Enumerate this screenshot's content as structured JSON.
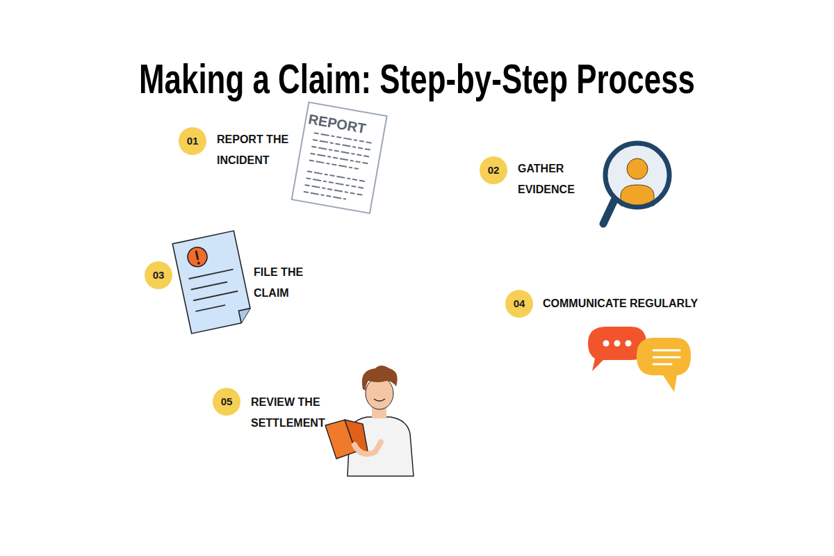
{
  "diagram": {
    "title": "Making a Claim: Step-by-Step Process",
    "nodes": [
      {
        "text": [
          "REPORT THE INCIDENT"
        ]
      },
      {
        "text": [
          "01"
        ],
        "in": 0
      },
      {
        "text": [
          "GATHER EVIDENCE"
        ]
      },
      {
        "text": [
          "02"
        ],
        "in": 2
      },
      {
        "text": [
          "FILE THE CLAIM"
        ]
      },
      {
        "text": [
          "03"
        ],
        "in": 4
      },
      {
        "text": [
          "COMMUNICATE REGULARLY"
        ]
      },
      {
        "text": [
          "04"
        ],
        "in": 6
      },
      {
        "text": [
          "REVIEW THE SETTLEMENT"
        ]
      },
      {
        "text": [
          "05"
        ],
        "in": 8
      }
    ],
    "edges": [
      {
        "from": 0,
        "to": 2,
        "arrow": "none"
      },
      {
        "from": 2,
        "to": 4,
        "arrow": "none"
      },
      {
        "from": 4,
        "to": 6,
        "arrow": "none"
      },
      {
        "from": 6,
        "to": 8,
        "arrow": "none"
      }
    ],
    "labels": [
      "REPORT"
    ]
  }
}
